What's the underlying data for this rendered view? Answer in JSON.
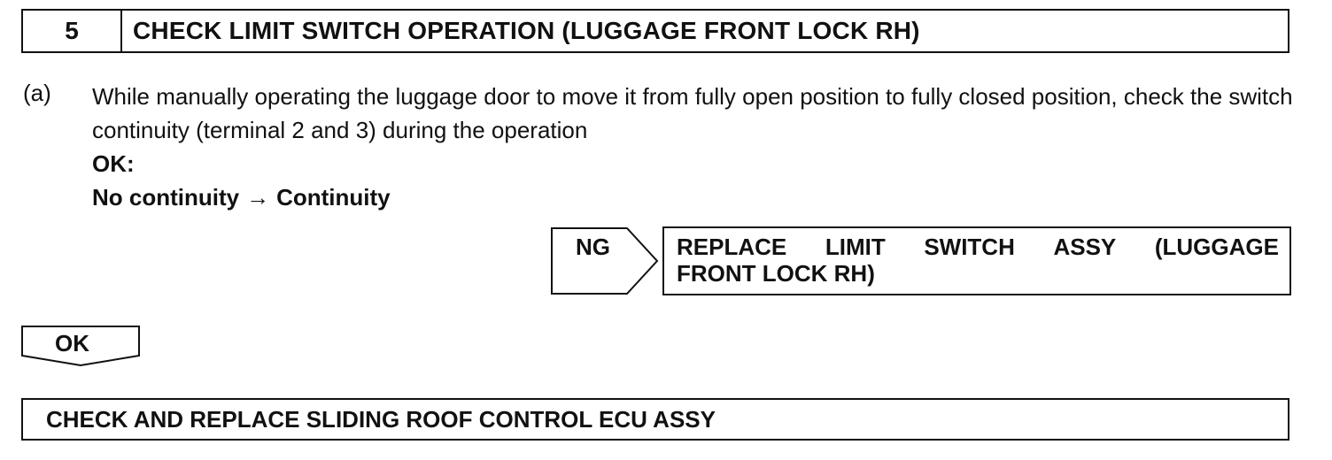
{
  "step": {
    "number": "5",
    "title": "CHECK LIMIT SWITCH OPERATION (LUGGAGE FRONT LOCK RH)"
  },
  "instruction": {
    "marker": "(a)",
    "text": "While manually operating the luggage door to move it from fully open position to fully closed position, check the switch continuity (terminal 2 and 3) during the operation",
    "ok_heading": "OK:",
    "condition_from": "No continuity",
    "condition_arrow": "→",
    "condition_to": "Continuity"
  },
  "ng_branch": {
    "label": "NG",
    "result_line1_words": [
      "REPLACE",
      "LIMIT",
      "SWITCH",
      "ASSY",
      "(LUGGAGE"
    ],
    "result_line2": "FRONT LOCK RH)"
  },
  "ok_branch": {
    "label": "OK"
  },
  "final_action": {
    "text": "CHECK AND REPLACE SLIDING ROOF CONTROL ECU ASSY"
  }
}
